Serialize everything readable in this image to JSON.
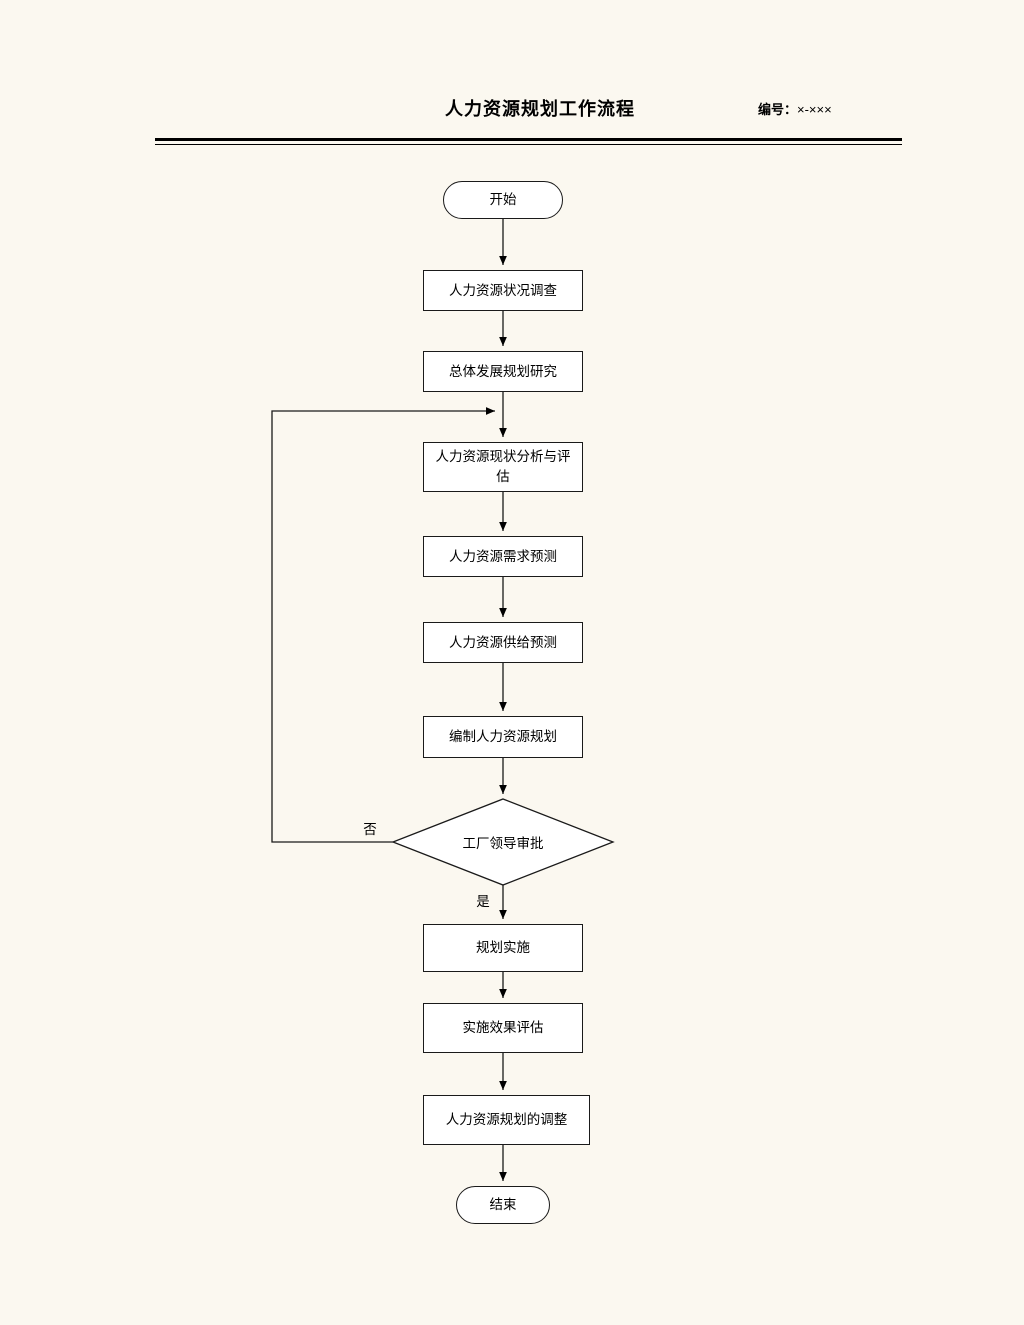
{
  "header": {
    "title": "人力资源规划工作流程",
    "code_label": "编号：",
    "code_value": "×-×××"
  },
  "flow": {
    "start": "开始",
    "end": "结束",
    "nodes": [
      "人力资源状况调查",
      "总体发展规划研究",
      "人力资源现状分析与评估",
      "人力资源需求预测",
      "人力资源供给预测",
      "编制人力资源规划",
      "规划实施",
      "实施效果评估",
      "人力资源规划的调整"
    ],
    "decision": "工厂领导审批",
    "branch_no": "否",
    "branch_yes": "是"
  }
}
